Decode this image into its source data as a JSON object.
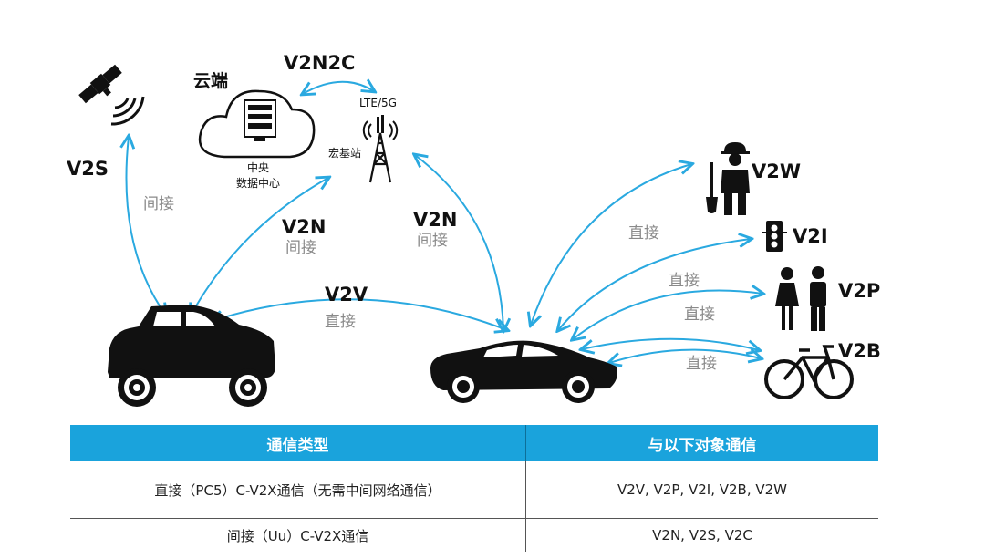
{
  "diagram": {
    "labels": {
      "v2n2c": "V2N2C",
      "cloud": "云端",
      "datacenter_line1": "中央",
      "datacenter_line2": "数据中心",
      "lte": "LTE/5G",
      "base_station": "宏基站",
      "v2s": "V2S",
      "v2s_indirect": "间接",
      "v2n_left": "V2N",
      "v2n_left_indirect": "间接",
      "v2n_right": "V2N",
      "v2n_right_indirect": "间接",
      "v2v": "V2V",
      "v2v_direct": "直接",
      "v2w": "V2W",
      "v2w_direct": "直接",
      "v2i": "V2I",
      "v2p": "V2P",
      "v2p_direct": "直接",
      "v2i_direct": "直接",
      "v2b": "V2B",
      "v2b_direct": "直接"
    },
    "icons": [
      "satellite-icon",
      "cloud-icon",
      "server-icon",
      "cell-tower-icon",
      "suv-icon",
      "sports-car-icon",
      "worker-icon",
      "traffic-light-icon",
      "pedestrians-icon",
      "bicycle-icon"
    ],
    "colors": {
      "arrow": "#2aa9e0",
      "header": "#1aa3dc",
      "text": "#111111",
      "muted": "#8a8a8a"
    }
  },
  "table": {
    "headers": [
      "通信类型",
      "与以下对象通信"
    ],
    "rows": [
      {
        "type": "直接（PC5）C-V2X通信（无需中间网络通信）",
        "targets": "V2V, V2P, V2I, V2B, V2W"
      },
      {
        "type": "间接（Uu）C-V2X通信",
        "targets": "V2N, V2S, V2C"
      }
    ]
  }
}
